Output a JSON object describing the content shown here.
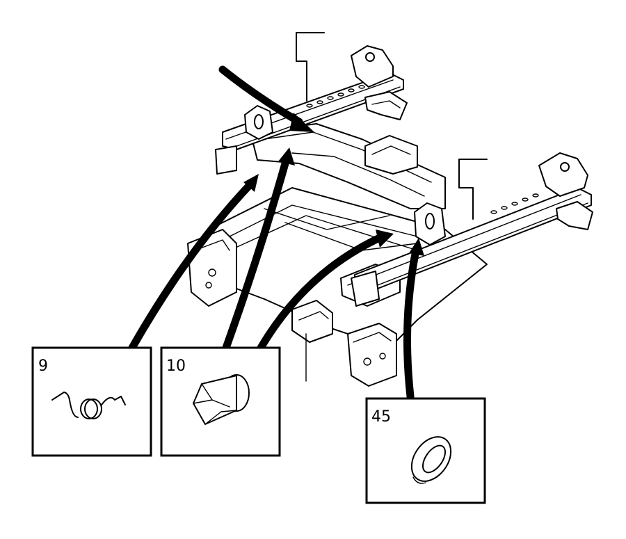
{
  "callouts": [
    {
      "label": "9",
      "part": "spring"
    },
    {
      "label": "10",
      "part": "clip"
    },
    {
      "label": "45",
      "part": "ring"
    }
  ]
}
